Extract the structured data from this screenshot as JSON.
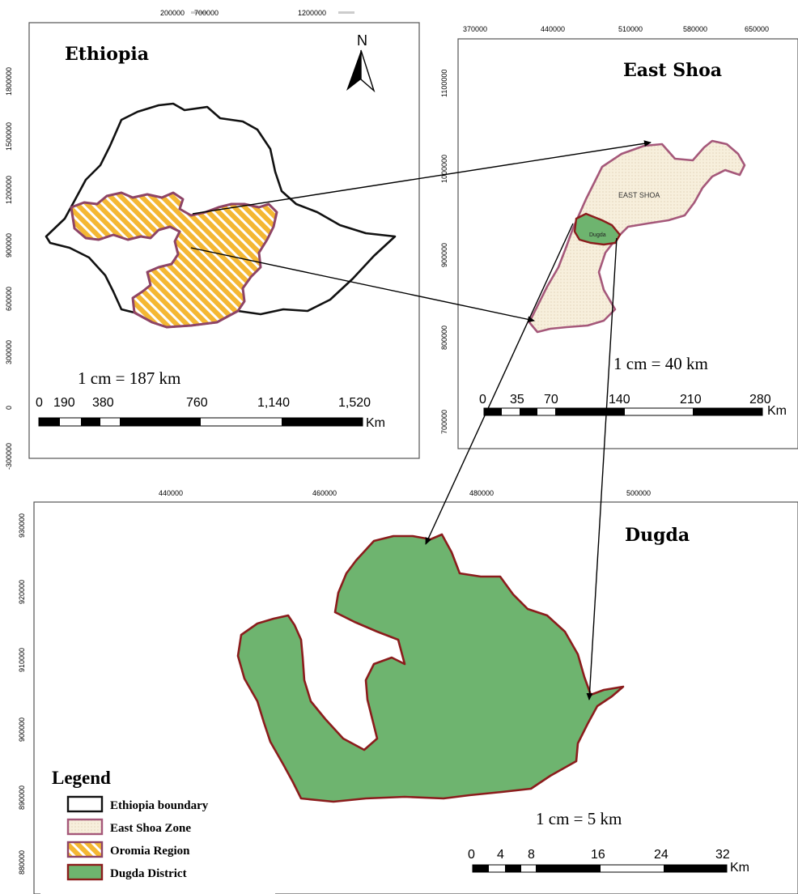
{
  "panels": {
    "ethiopia": {
      "title": "Ethiopia",
      "north_label": "N",
      "top_coords": [
        "200000",
        "700000",
        "1200000"
      ],
      "left_coords": [
        "1800000",
        "1500000",
        "1200000",
        "900000",
        "600000",
        "300000",
        "0",
        "-300000"
      ],
      "ratio": "1 cm = 187 km",
      "scale_ticks": [
        "0",
        "190",
        "380",
        "760",
        "1,140",
        "1,520"
      ],
      "scale_unit": "Km"
    },
    "east_shoa": {
      "title": "East Shoa",
      "zone_label": "EAST SHOA",
      "district_label": "Dugda",
      "top_coords": [
        "370000",
        "440000",
        "510000",
        "580000",
        "650000"
      ],
      "left_coords": [
        "1100000",
        "1000000",
        "900000",
        "800000",
        "700000"
      ],
      "ratio": "1 cm = 40 km",
      "scale_ticks": [
        "0",
        "35",
        "70",
        "140",
        "210",
        "280"
      ],
      "scale_unit": "Km"
    },
    "dugda": {
      "title": "Dugda",
      "top_coords": [
        "440000",
        "460000",
        "480000",
        "500000"
      ],
      "left_coords": [
        "930000",
        "920000",
        "910000",
        "900000",
        "890000",
        "880000"
      ],
      "ratio": "1 cm = 5 km",
      "scale_ticks": [
        "0",
        "4",
        "8",
        "16",
        "24",
        "32"
      ],
      "scale_unit": "Km"
    }
  },
  "legend": {
    "title": "Legend",
    "items": [
      {
        "label": "Ethiopia boundary"
      },
      {
        "label": "East Shoa Zone"
      },
      {
        "label": "Oromia Region"
      },
      {
        "label": "Dugda District"
      }
    ]
  },
  "colors": {
    "oromia_fill": "#f4b733",
    "oromia_edge": "#8e4466",
    "east_shoa_fill": "#f7efdc",
    "east_shoa_edge": "#a5587a",
    "dugda_fill": "#6eb46f",
    "dugda_edge": "#8b1c1c"
  }
}
